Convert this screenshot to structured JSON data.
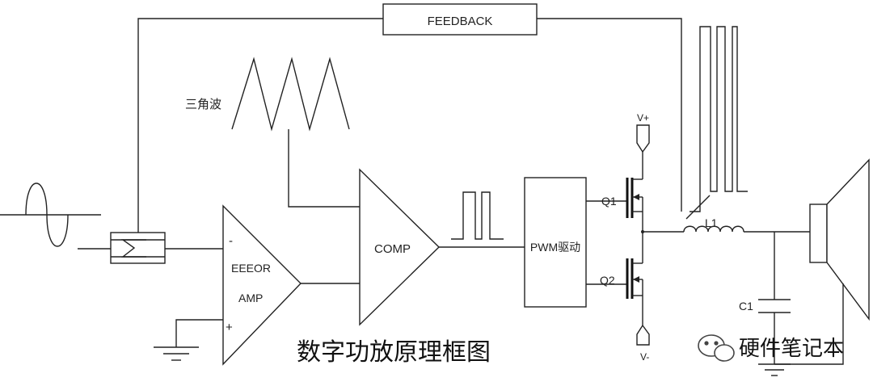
{
  "labels": {
    "feedback": "FEEDBACK",
    "triangle_wave": "三角波",
    "vplus": "V+",
    "vminus": "V-",
    "q1": "Q1",
    "q2": "Q2",
    "l1": "L1",
    "c1": "C1",
    "pwm_driver": "PWM驱动",
    "comp": "COMP",
    "error_amp_line1": "EEEOR",
    "error_amp_line2": "AMP",
    "minus": "-",
    "plus": "+",
    "caption": "数字功放原理框图",
    "watermark": "硬件笔记本"
  },
  "colors": {
    "line": "#222222",
    "background": "#ffffff",
    "watermark": "#444444"
  }
}
